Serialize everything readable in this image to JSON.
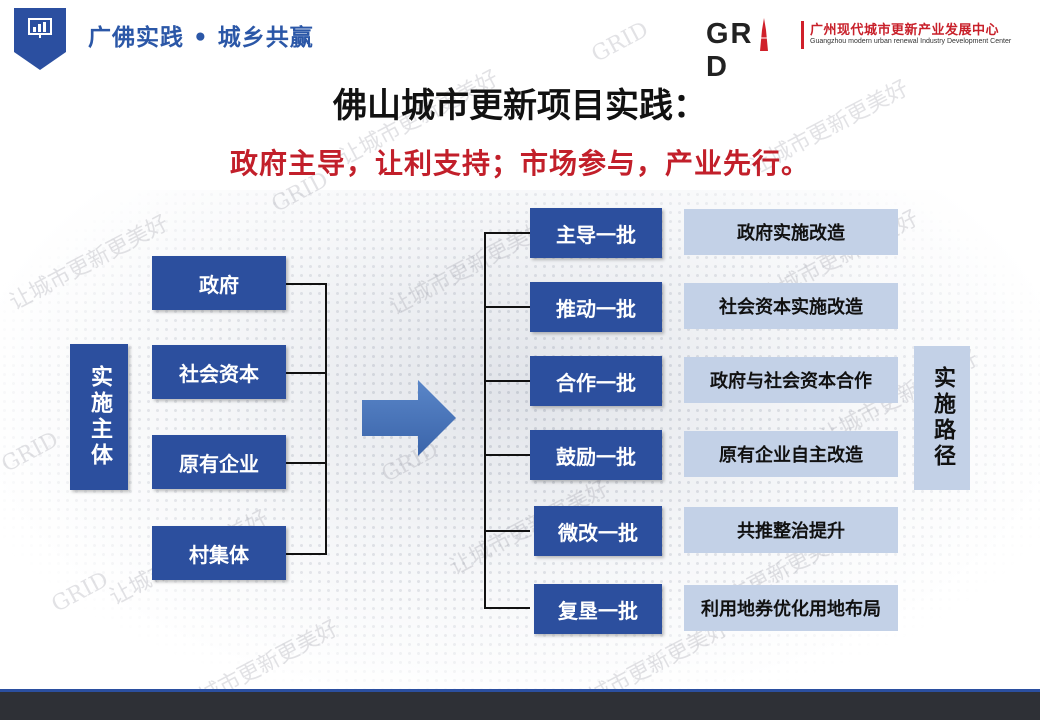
{
  "header": {
    "title": "广佛实践 • 城乡共赢",
    "logo_word": "GR  D",
    "logo_cn": "广州现代城市更新产业发展中心",
    "logo_en": "Guangzhou modern urban renewal Industry Development Center"
  },
  "main_title": "佛山城市更新项目实践：",
  "sub_title": "政府主导，让利支持；市场参与，产业先行。",
  "left_label": "实施主体",
  "right_label": "实施路径",
  "subjects": [
    "政府",
    "社会资本",
    "原有企业",
    "村集体"
  ],
  "paths": [
    {
      "name": "主导一批",
      "desc": "政府实施改造"
    },
    {
      "name": "推动一批",
      "desc": "社会资本实施改造"
    },
    {
      "name": "合作一批",
      "desc": "政府与社会资本合作"
    },
    {
      "name": "鼓励一批",
      "desc": "原有企业自主改造"
    },
    {
      "name": "微改一批",
      "desc": "共推整治提升"
    },
    {
      "name": "复垦一批",
      "desc": "利用地券优化用地布局"
    }
  ],
  "watermark_text": "让城市更新更美好",
  "watermark_grid": "GRID",
  "colors": {
    "primary": "#2c4f9e",
    "light": "#c3d1e7",
    "accent": "#c21f2a"
  }
}
